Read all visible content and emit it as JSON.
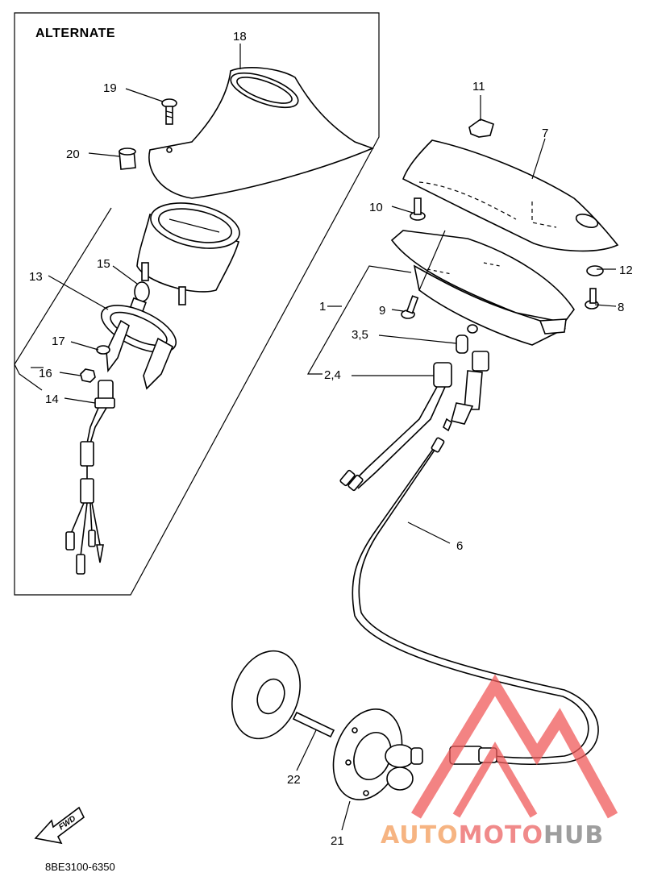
{
  "title": "ALTERNATE",
  "diagram_code": "8BE3100-6350",
  "fwd_label": "FWD",
  "watermark": {
    "text_a": "AUTO",
    "text_b": "MOTO",
    "text_c": "HUB",
    "color_a": "#f6b482",
    "color_b": "#f08a8a",
    "color_c": "#9e9e9e",
    "logo_color": "#f05a5a"
  },
  "callouts": {
    "c1": "1",
    "c2_4": "2,4",
    "c3_5": "3,5",
    "c6": "6",
    "c7": "7",
    "c8": "8",
    "c9": "9",
    "c10": "10",
    "c11": "11",
    "c12": "12",
    "c13": "13",
    "c14": "14",
    "c15": "15",
    "c16": "16",
    "c17": "17",
    "c18": "18",
    "c19": "19",
    "c20": "20",
    "c21": "21",
    "c22": "22"
  }
}
